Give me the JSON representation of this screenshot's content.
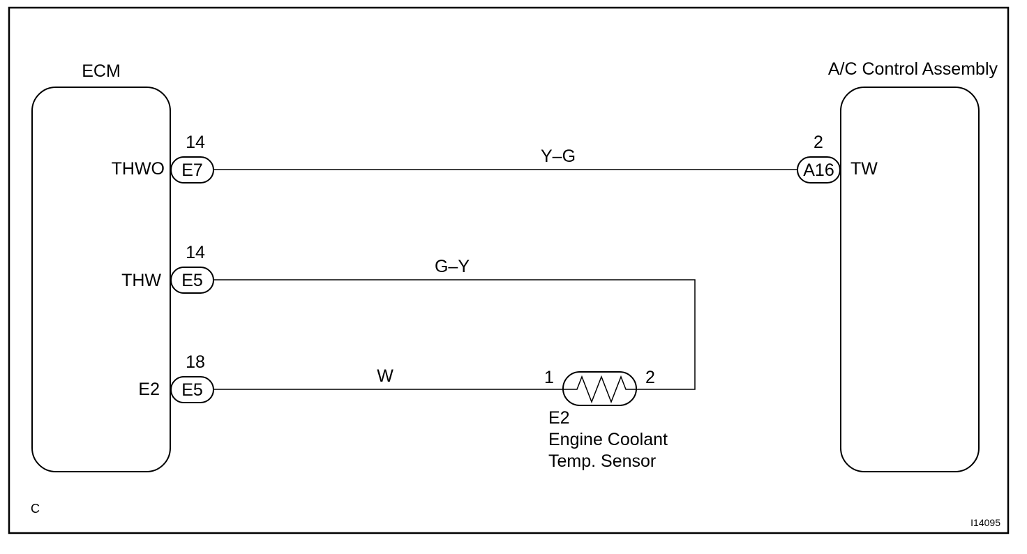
{
  "ecm": {
    "title": "ECM",
    "pins": [
      {
        "terminal": "THWO",
        "pin": "14",
        "connector": "E7"
      },
      {
        "terminal": "THW",
        "pin": "14",
        "connector": "E5"
      },
      {
        "terminal": "E2",
        "pin": "18",
        "connector": "E5"
      }
    ]
  },
  "ac_control": {
    "title": "A/C Control Assembly",
    "pin": "2",
    "connector": "A16",
    "terminal": "TW"
  },
  "wires": {
    "thwo_tw": "Y–G",
    "thw_sensor": "G–Y",
    "e2_sensor": "W"
  },
  "sensor": {
    "pin_left": "1",
    "pin_right": "2",
    "code": "E2",
    "name_line1": "Engine Coolant",
    "name_line2": "Temp. Sensor"
  },
  "footer": {
    "corner_letter": "C",
    "figure_id": "I14095"
  },
  "colors": {
    "line": "#000000",
    "background": "#ffffff"
  }
}
